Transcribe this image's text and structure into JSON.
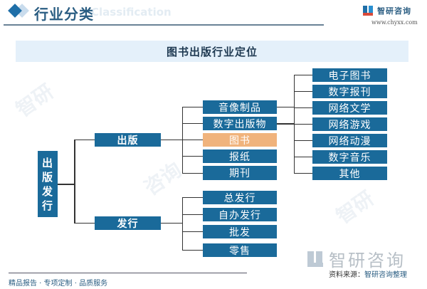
{
  "header": {
    "title": "行业分类",
    "title_en": "Classification",
    "brand_name": "智研咨询",
    "brand_url": "www.chyxx.com"
  },
  "diagram": {
    "title": "图书出版行业定位",
    "root": {
      "label_chars": [
        "出",
        "版",
        "发",
        "行"
      ]
    },
    "level1": [
      {
        "label": "出版"
      },
      {
        "label": "发行"
      }
    ],
    "publishing_children": [
      {
        "label": "音像制品",
        "highlight": false
      },
      {
        "label": "数字出版物",
        "highlight": false
      },
      {
        "label": "图书",
        "highlight": true
      },
      {
        "label": "报纸",
        "highlight": false
      },
      {
        "label": "期刊",
        "highlight": false
      }
    ],
    "digital_children": [
      {
        "label": "电子图书"
      },
      {
        "label": "数字报刊"
      },
      {
        "label": "网络文学"
      },
      {
        "label": "网络游戏"
      },
      {
        "label": "网络动漫"
      },
      {
        "label": "数字音乐"
      },
      {
        "label": "其他"
      }
    ],
    "distribution_children": [
      {
        "label": "总发行"
      },
      {
        "label": "自办发行"
      },
      {
        "label": "批发"
      },
      {
        "label": "零售"
      }
    ],
    "colors": {
      "node": "#1a6a9a",
      "highlight": "#f0b37c",
      "header_bg": "#e4f0fa"
    }
  },
  "footer": {
    "slogan": "精品报告 · 专项定制 · 品质服务",
    "brand_name": "智研咨询",
    "source_label": "资料来源：",
    "source_value": "智研咨询整理"
  }
}
